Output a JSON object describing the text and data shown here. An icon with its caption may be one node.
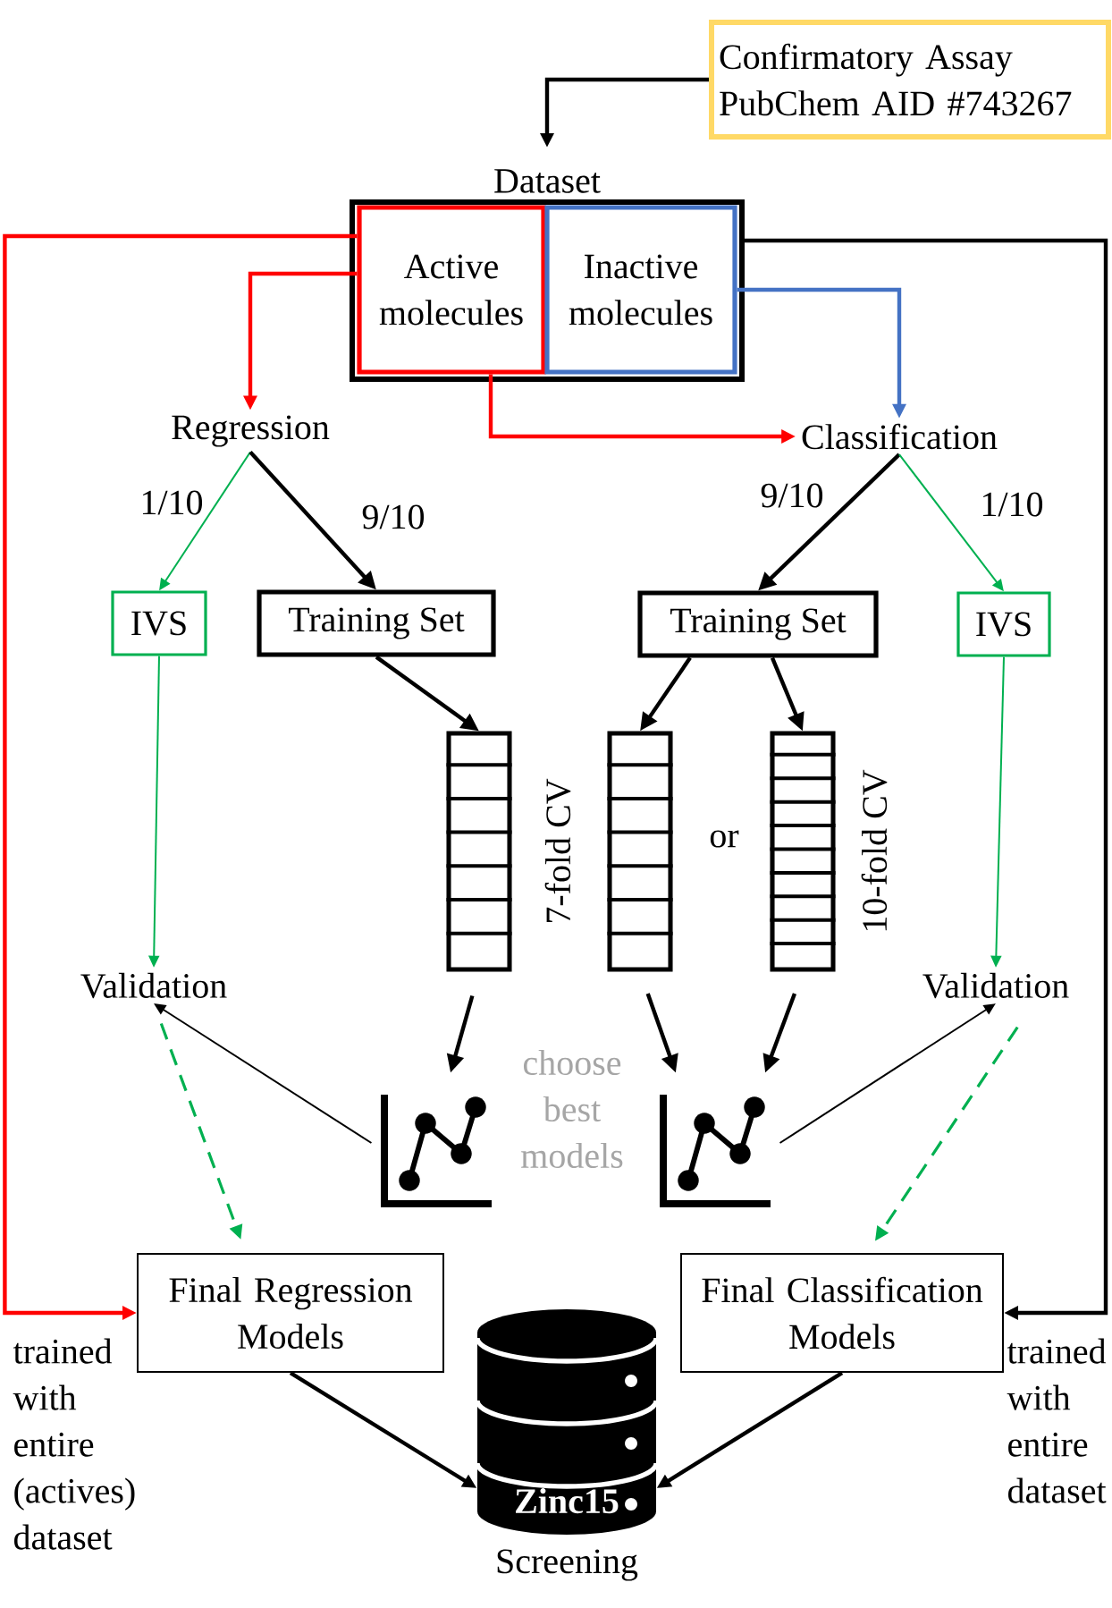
{
  "diagram": {
    "nodes": [
      {
        "text": [
          "Confirmatory Assay PubChem AID #743267"
        ]
      },
      {
        "text": [
          "Dataset"
        ]
      },
      {
        "text": [
          "Active molecules"
        ],
        "in": 1
      },
      {
        "text": [
          "Inactive molecules"
        ],
        "in": 1
      },
      {
        "text": [
          "Regression"
        ]
      },
      {
        "text": [
          "Classification"
        ]
      },
      {
        "text": [
          "IVS"
        ]
      },
      {
        "text": [
          "Training Set"
        ]
      },
      {
        "text": [
          "Training Set"
        ]
      },
      {
        "text": [
          "IVS"
        ]
      },
      {
        "text": [],
        "shape": "box",
        "beside": [
          "7-fold CV"
        ]
      },
      {
        "text": [],
        "shape": "box"
      },
      {
        "text": [],
        "shape": "box",
        "beside": [
          "10-fold CV"
        ]
      },
      {
        "text": [
          "Validation"
        ]
      },
      {
        "text": [
          "Validation"
        ]
      },
      {
        "text": [],
        "shape": "picture"
      },
      {
        "text": [],
        "shape": "picture"
      },
      {
        "text": [
          "Final Regression Models"
        ],
        "beside": [
          "trained with entire (actives) dataset"
        ]
      },
      {
        "text": [
          "Final Classification Models"
        ],
        "beside": [
          "trained with entire dataset"
        ]
      },
      {
        "text": [
          "Zinc15"
        ],
        "beside": [
          "Screening"
        ]
      }
    ],
    "edges": [
      {
        "from": 0,
        "to": 1,
        "arrow": "to"
      },
      {
        "from": 2,
        "to": 4,
        "arrow": "to",
        "color": "#ff0000"
      },
      {
        "from": 2,
        "to": 5,
        "arrow": "to",
        "color": "#ff0000"
      },
      {
        "from": 3,
        "to": 5,
        "arrow": "to",
        "color": "#4472c4"
      },
      {
        "from": 2,
        "to": 17,
        "arrow": "to",
        "color": "#ff0000"
      },
      {
        "from": 1,
        "to": 18,
        "arrow": "to"
      },
      {
        "from": 4,
        "to": 6,
        "arrow": "to",
        "label": "1/10",
        "color": "#00b050"
      },
      {
        "from": 4,
        "to": 7,
        "arrow": "to",
        "label": "9/10"
      },
      {
        "from": 5,
        "to": 8,
        "arrow": "to",
        "label": "9/10"
      },
      {
        "from": 5,
        "to": 9,
        "arrow": "to",
        "label": "1/10",
        "color": "#00b050"
      },
      {
        "from": 7,
        "to": 10,
        "arrow": "to"
      },
      {
        "from": 8,
        "to": 11,
        "arrow": "to"
      },
      {
        "from": 8,
        "to": 12,
        "arrow": "to"
      },
      {
        "from": 6,
        "to": 13,
        "arrow": "to",
        "color": "#00b050"
      },
      {
        "from": 9,
        "to": 14,
        "arrow": "to",
        "color": "#00b050"
      },
      {
        "from": 10,
        "to": 15,
        "arrow": "to"
      },
      {
        "from": 11,
        "to": 16,
        "arrow": "to"
      },
      {
        "from": 12,
        "to": 16,
        "arrow": "to"
      },
      {
        "from": 15,
        "to": 13,
        "arrow": "to"
      },
      {
        "from": 16,
        "to": 14,
        "arrow": "to"
      },
      {
        "from": 13,
        "to": 17,
        "arrow": "to",
        "style": "dashed",
        "color": "#00b050"
      },
      {
        "from": 14,
        "to": 18,
        "arrow": "to",
        "style": "dashed",
        "color": "#00b050"
      },
      {
        "from": 17,
        "to": 19,
        "arrow": "to"
      },
      {
        "from": 18,
        "to": 19,
        "arrow": "to"
      }
    ],
    "labels": [
      "or",
      "choose best models"
    ]
  }
}
